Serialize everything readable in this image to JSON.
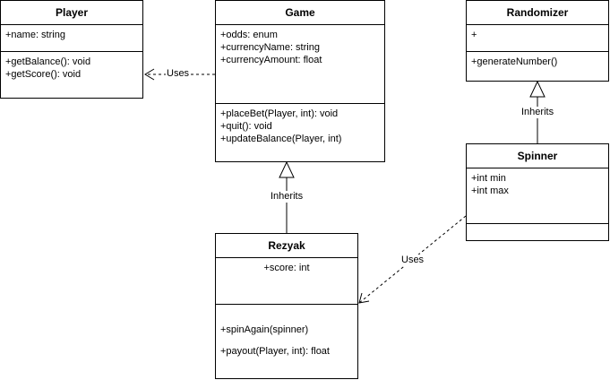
{
  "classes": {
    "player": {
      "name": "Player",
      "attributes": [
        "+name: string"
      ],
      "methods": [
        "+getBalance(): void",
        "+getScore(): void"
      ]
    },
    "game": {
      "name": "Game",
      "attributes": [
        "+odds: enum",
        "+currencyName: string",
        "+currencyAmount: float"
      ],
      "methods": [
        "+placeBet(Player, int): void",
        "+quit(): void",
        "+updateBalance(Player, int)"
      ]
    },
    "randomizer": {
      "name": "Randomizer",
      "attributes": [
        "+"
      ],
      "methods": [
        "+generateNumber()"
      ]
    },
    "spinner": {
      "name": "Spinner",
      "attributes": [
        "+int min",
        "+int max"
      ],
      "methods": []
    },
    "rezyak": {
      "name": "Rezyak",
      "attributes": [
        "+score: int"
      ],
      "methods": [
        "+spinAgain(spinner)",
        "+payout(Player, int): float"
      ]
    }
  },
  "relations": {
    "game_uses_player": "Uses",
    "spinner_inherits_randomizer": "Inherits",
    "rezyak_inherits_game": "Inherits",
    "spinner_uses_rezyak": "Uses"
  }
}
